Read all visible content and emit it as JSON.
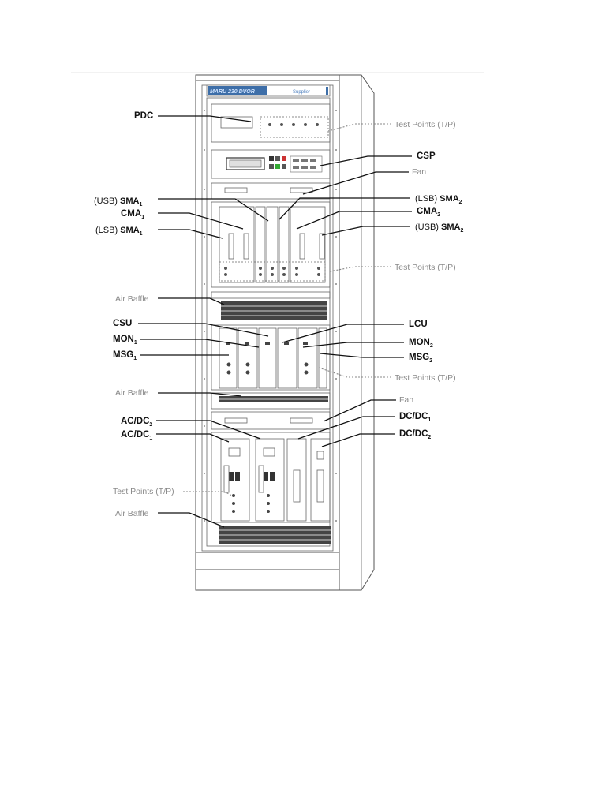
{
  "rack": {
    "brand_label": "MARU 230 DVOR",
    "maker_label": "Supplier"
  },
  "callouts_left": [
    {
      "id": "pdc",
      "label": "PDC",
      "bold": true
    },
    {
      "id": "usb-sma1",
      "prefix": "(USB) ",
      "label": "SMA",
      "sub": "1"
    },
    {
      "id": "cma1",
      "label": "CMA",
      "sub": "1",
      "bold": true
    },
    {
      "id": "lsb-sma1",
      "prefix": "(LSB) ",
      "label": "SMA",
      "sub": "1"
    },
    {
      "id": "air-baffle-1",
      "label": "Air Baffle",
      "gray": true
    },
    {
      "id": "csu",
      "label": "CSU",
      "bold": true
    },
    {
      "id": "mon1",
      "label": "MON",
      "sub": "1",
      "bold": true
    },
    {
      "id": "msg1",
      "label": "MSG",
      "sub": "1",
      "bold": true
    },
    {
      "id": "air-baffle-2",
      "label": "Air Baffle",
      "gray": true
    },
    {
      "id": "acdc2",
      "label": "AC/DC",
      "sub": "2",
      "bold": true
    },
    {
      "id": "acdc1",
      "label": "AC/DC",
      "sub": "1",
      "bold": true
    },
    {
      "id": "tp-4",
      "label": "Test Points (T/P)",
      "gray": true
    },
    {
      "id": "air-baffle-3",
      "label": "Air Baffle",
      "gray": true
    }
  ],
  "callouts_right": [
    {
      "id": "tp-1",
      "label": "Test Points (T/P)",
      "gray": true
    },
    {
      "id": "csp",
      "label": "CSP",
      "bold": true
    },
    {
      "id": "fan-1",
      "label": "Fan",
      "gray": true
    },
    {
      "id": "lsb-sma2",
      "prefix": "(LSB) ",
      "label": "SMA",
      "sub": "2"
    },
    {
      "id": "cma2",
      "label": "CMA",
      "sub": "2",
      "bold": true
    },
    {
      "id": "usb-sma2",
      "prefix": "(USB) ",
      "label": "SMA",
      "sub": "2"
    },
    {
      "id": "tp-2",
      "label": "Test Points (T/P)",
      "gray": true
    },
    {
      "id": "lcu",
      "label": "LCU",
      "bold": true
    },
    {
      "id": "mon2",
      "label": "MON",
      "sub": "2",
      "bold": true
    },
    {
      "id": "msg2",
      "label": "MSG",
      "sub": "2",
      "bold": true
    },
    {
      "id": "tp-3",
      "label": "Test Points (T/P)",
      "gray": true
    },
    {
      "id": "fan-2",
      "label": "Fan",
      "gray": true
    },
    {
      "id": "dcdc1",
      "label": "DC/DC",
      "sub": "1",
      "bold": true
    },
    {
      "id": "dcdc2",
      "label": "DC/DC",
      "sub": "2",
      "bold": true
    }
  ]
}
